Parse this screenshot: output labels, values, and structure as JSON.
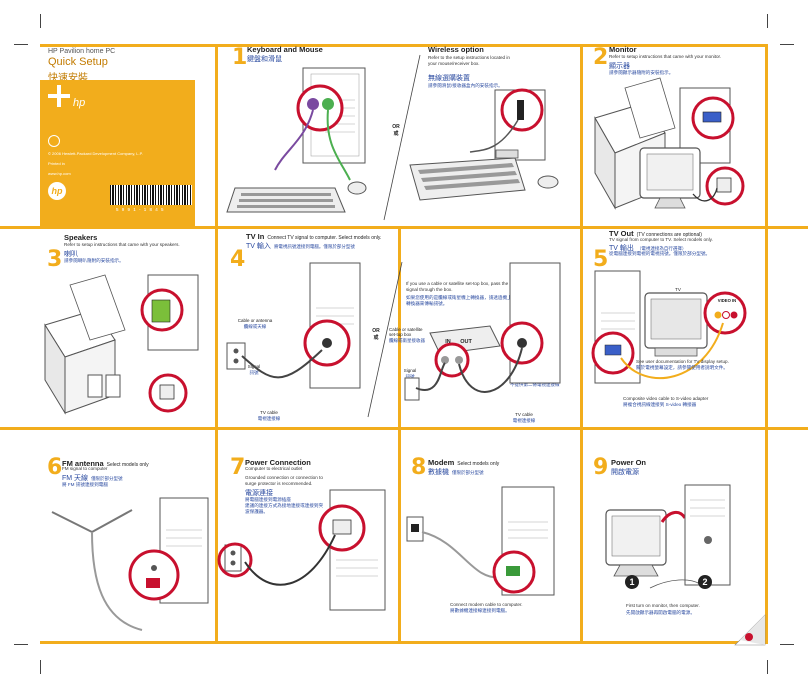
{
  "cover": {
    "product": "HP Pavilion home PC",
    "title": "Quick Setup",
    "title_zh": "快速安裝",
    "logo": "hp",
    "copyright": "© 2006 Hewlett-Packard Development Company, L.P.",
    "printed": "Printed in",
    "url": "www.hp.com",
    "barcode_text": "5 9 9 1 - 1 8 4 5"
  },
  "steps": [
    {
      "num": "1",
      "title": "Keyboard and Mouse",
      "title_zh": "鍵盤和滑鼠"
    },
    {
      "num": "",
      "title": "Wireless option",
      "note": "Refer to the setup instructions located in your mouse/receiver box.",
      "title_zh": "無線選購裝置",
      "note_zh": "請參閱滑鼠/接收器盒內的安裝指示。"
    },
    {
      "num": "2",
      "title": "Monitor",
      "note": "Refer to setup instructions that came with your monitor.",
      "title_zh": "顯示器",
      "note_zh": "請參閱顯示器隨附的安裝指示。"
    },
    {
      "num": "3",
      "title": "Speakers",
      "note": "Refer to setup instructions that came with your speakers.",
      "title_zh": "喇叭",
      "note_zh": "請參閱喇叭隨附的安裝指示。"
    },
    {
      "num": "4",
      "title": "TV In",
      "subtitle": "Connect TV signal to computer. Select models only.",
      "title_zh": "TV 輸入",
      "subtitle_zh": "將電視訊號連接到電腦。僅限於部分型號"
    },
    {
      "num": "5",
      "title": "TV Out",
      "subtitle": "(TV connections are optional)",
      "note": "TV signal from computer to TV. Select models only.",
      "title_zh": "TV 輸出",
      "subtitle_zh": "（電視連接為自行選擇）",
      "note_zh": "從電腦連接到電視的電視訊號。僅限於部分型號。"
    },
    {
      "num": "6",
      "title": "FM antenna",
      "subtitle": "Select models only",
      "note": "FM signal to computer",
      "title_zh": "FM 天線",
      "subtitle_zh": "僅限於部分型號",
      "note_zh": "將 FM 訊號連接到電腦"
    },
    {
      "num": "7",
      "title": "Power Connection",
      "note": "Computer to electrical outlet",
      "note2": "Grounded connection or connection to surge protector is recommended.",
      "title_zh": "電源連接",
      "note_zh": "將電腦連接到電源插座",
      "note2_zh": "建議的連接方式為接地連接或連接到突波保護器。"
    },
    {
      "num": "8",
      "title": "Modem",
      "subtitle": "Select models only",
      "title_zh": "數據機",
      "subtitle_zh": "僅限於部分型號",
      "note": "Connect modem cable to computer.",
      "note_zh": "將數據機連接線連接到電腦。"
    },
    {
      "num": "9",
      "title": "Power On",
      "title_zh": "開啟電源",
      "note": "First turn on monitor, then computer.",
      "note_zh": "先開啟顯示器再開啟電腦的電源。"
    }
  ],
  "labels": {
    "or": "OR",
    "or_zh": "或",
    "tv4_cable_antenna": "Cable or antenna",
    "tv4_cable_antenna_zh": "纜線或天線",
    "tv4_signal": "Signal",
    "tv4_signal_zh": "訊號",
    "tv4_tv_cable": "TV cable",
    "tv4_tv_cable_zh": "電視連接線",
    "tv4_settop_note": "If you use a cable or satellite set-top box, pass the signal through the box.",
    "tv4_settop_note_zh": "如果您使用的是纜線或衛星機上轉換器，請透過機上轉換器來傳輸訊號。",
    "tv4_settop_box": "Cable or satellite set-top box",
    "tv4_settop_box_zh": "纜線或衛星接收器",
    "tv4_in": "IN",
    "tv4_out": "OUT",
    "tv4_second_cable": "Second TV cable not included",
    "tv4_second_cable_zh": "不提供第二條電視連接線",
    "tv5_tv": "TV",
    "tv5_video_in": "VIDEO IN",
    "tv5_see_docs": "See user documentation for TV display setup.",
    "tv5_see_docs_zh": "關於電視螢幕設定，請參閱使用者說明文件。",
    "tv5_composite": "Composite video cable to S-video adapter",
    "tv5_composite_zh": "將複合視訊線連接到 S-video 轉接器",
    "power_order_1": "1",
    "power_order_2": "2"
  },
  "colors": {
    "accent": "#f2ad1c",
    "highlight": "#c8102e",
    "blue_text": "#2a4aa0"
  }
}
